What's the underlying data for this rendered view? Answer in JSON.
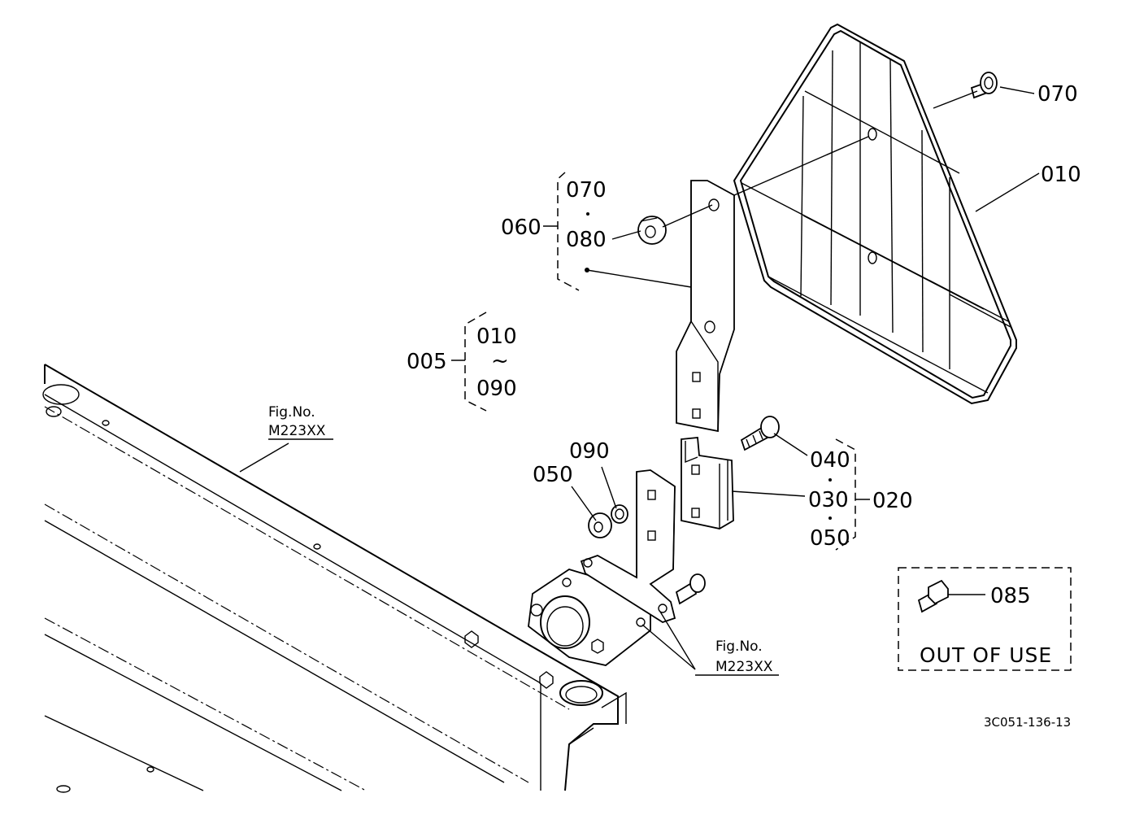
{
  "diagram": {
    "callouts": [
      {
        "id": "c-070-top",
        "text": "070"
      },
      {
        "id": "c-010",
        "text": "010"
      },
      {
        "id": "c-060",
        "text": "060"
      },
      {
        "id": "c-070-group",
        "text": "070"
      },
      {
        "id": "c-080-group",
        "text": "080"
      },
      {
        "id": "c-005",
        "text": "005"
      },
      {
        "id": "c-010-range",
        "text": "010"
      },
      {
        "id": "c-tilde",
        "text": "~"
      },
      {
        "id": "c-090-range",
        "text": "090"
      },
      {
        "id": "c-090",
        "text": "090"
      },
      {
        "id": "c-050",
        "text": "050"
      },
      {
        "id": "c-040",
        "text": "040"
      },
      {
        "id": "c-030",
        "text": "030"
      },
      {
        "id": "c-050-group",
        "text": "050"
      },
      {
        "id": "c-020",
        "text": "020"
      },
      {
        "id": "c-085",
        "text": "085"
      }
    ],
    "fig_refs": [
      {
        "line1": "Fig.No.",
        "line2": "M223XX"
      },
      {
        "line1": "Fig.No.",
        "line2": "M223XX"
      }
    ],
    "out_of_use_label": "OUT OF USE",
    "drawing_code": "3C051-136-13"
  }
}
